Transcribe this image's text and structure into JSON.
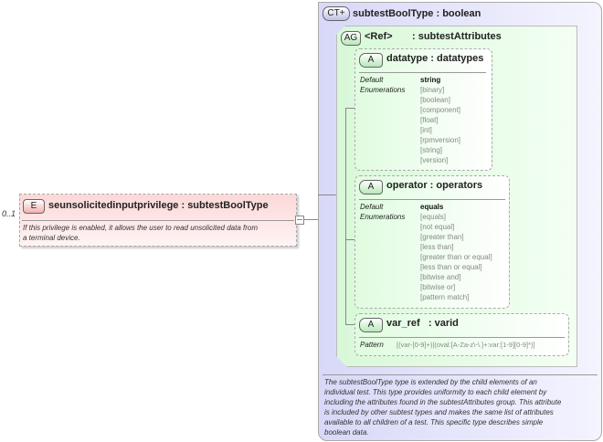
{
  "element": {
    "occurrence": "0..1",
    "badge": "E",
    "title": "seunsolicitedinputprivilege : subtestBoolType",
    "description_lines": [
      "If this privilege is enabled, it allows the user to read unsolicited data from",
      "a terminal device."
    ]
  },
  "complex_type": {
    "badge": "CT",
    "title": "subtestBoolType : boolean",
    "description_lines": [
      "The subtestBoolType type is extended by the child elements of an",
      "individual test.  This type provides uniformity to each child element by",
      "including the attributes found in the subtestAttributes group.  This attribute",
      "is included by other subtest types and makes the same list of attributes",
      "available to all children of a test.  This specific type describes simple",
      "boolean data."
    ],
    "attribute_group": {
      "badge": "AG",
      "ref": "<Ref>",
      "type": ": subtestAttributes",
      "attributes": [
        {
          "badge": "A",
          "title": "datatype : datatypes",
          "default_label": "Default",
          "default": "string",
          "enum_label": "Enumerations",
          "enumerations": [
            "[binary]",
            "[boolean]",
            "[component]",
            "[float]",
            "[int]",
            "[rpmversion]",
            "[string]",
            "[version]"
          ]
        },
        {
          "badge": "A",
          "title": "operator : operators",
          "default_label": "Default",
          "default": "equals",
          "enum_label": "Enumerations",
          "enumerations": [
            "[equals]",
            "[not equal]",
            "[greater than]",
            "[less than]",
            "[greater than or equal]",
            "[less than or equal]",
            "[bitwise and]",
            "[bitwise or]",
            "[pattern match]"
          ]
        },
        {
          "badge": "A",
          "title": "var_ref   : varid",
          "pattern_label": "Pattern",
          "pattern": "[(var-[0-9]+)|(oval:[A-Za-z\\-\\.]+:var:[1-9][0-9]*)]"
        }
      ]
    }
  },
  "colors": {
    "element_bg": "#fcd8d8",
    "complex_type_bg": "#d8d8f8",
    "attribute_bg": "#d8f8d8"
  }
}
